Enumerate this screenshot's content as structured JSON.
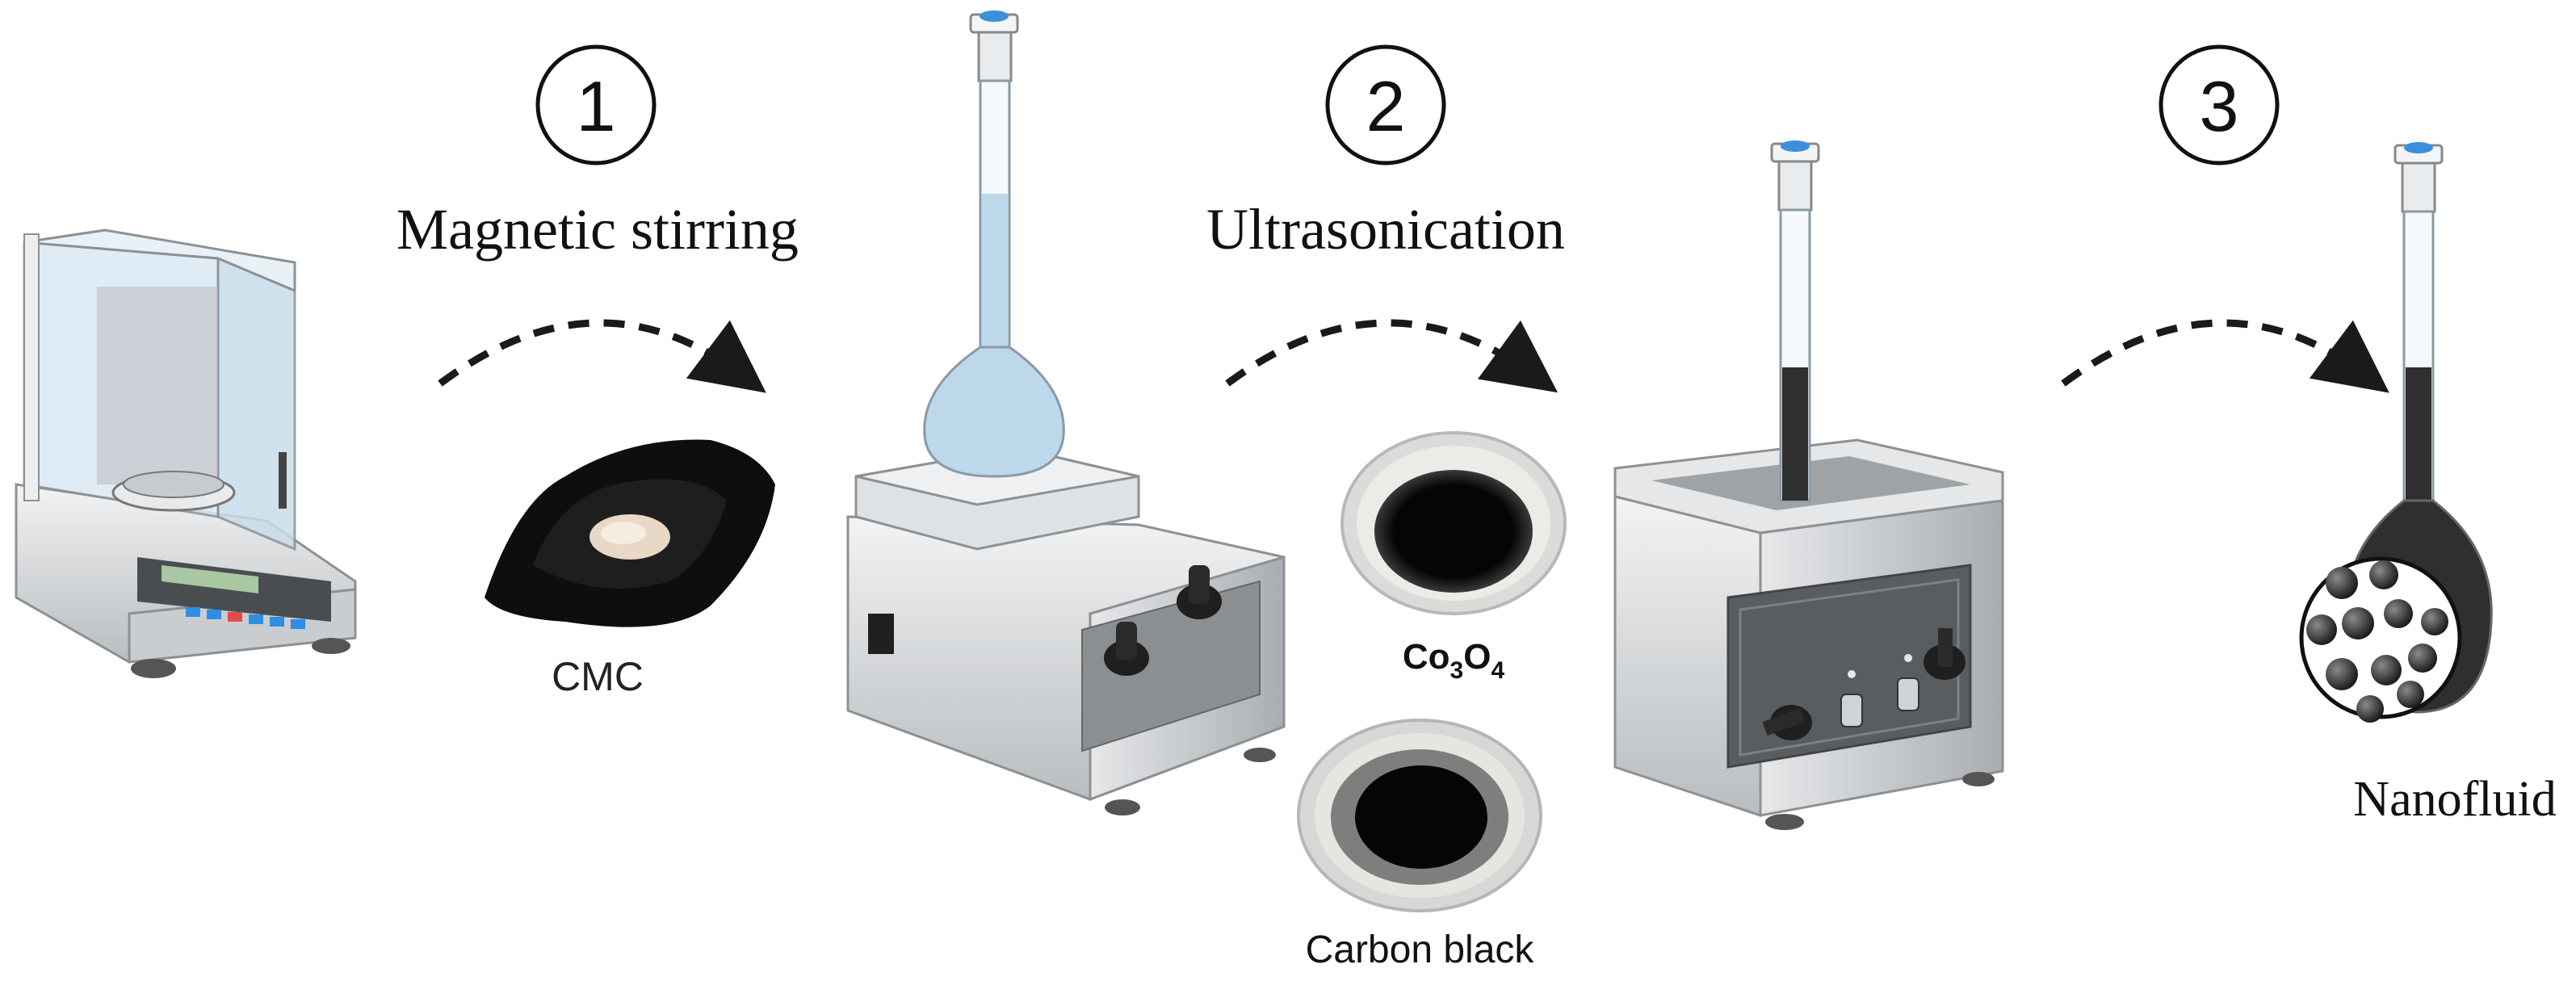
{
  "steps": [
    {
      "number": "1",
      "label": "Magnetic stirring"
    },
    {
      "number": "2",
      "label": "Ultrasonication"
    },
    {
      "number": "3",
      "label": ""
    }
  ],
  "materials": {
    "cmc": "CMC",
    "co3o4_main": "Co",
    "co3o4_sub1": "3",
    "co3o4_mid": "O",
    "co3o4_sub2": "4",
    "carbon_black": "Carbon black"
  },
  "product": {
    "label": "Nanofluid"
  },
  "colors": {
    "arrow": "#1a1a1a",
    "liquid_blue": "#bcd8ea",
    "liquid_dark": "#2f2f2f",
    "device_gray": "#cfd3d6",
    "device_dark": "#5a5d60",
    "stopper_blue": "#3c8fdc"
  },
  "icons": [
    "analytical-balance-icon",
    "weigh-boat-icon",
    "volumetric-flask-icon",
    "magnetic-stirrer-icon",
    "petri-dish-icon",
    "ultrasonic-bath-icon",
    "nanoparticle-zoom-icon"
  ]
}
